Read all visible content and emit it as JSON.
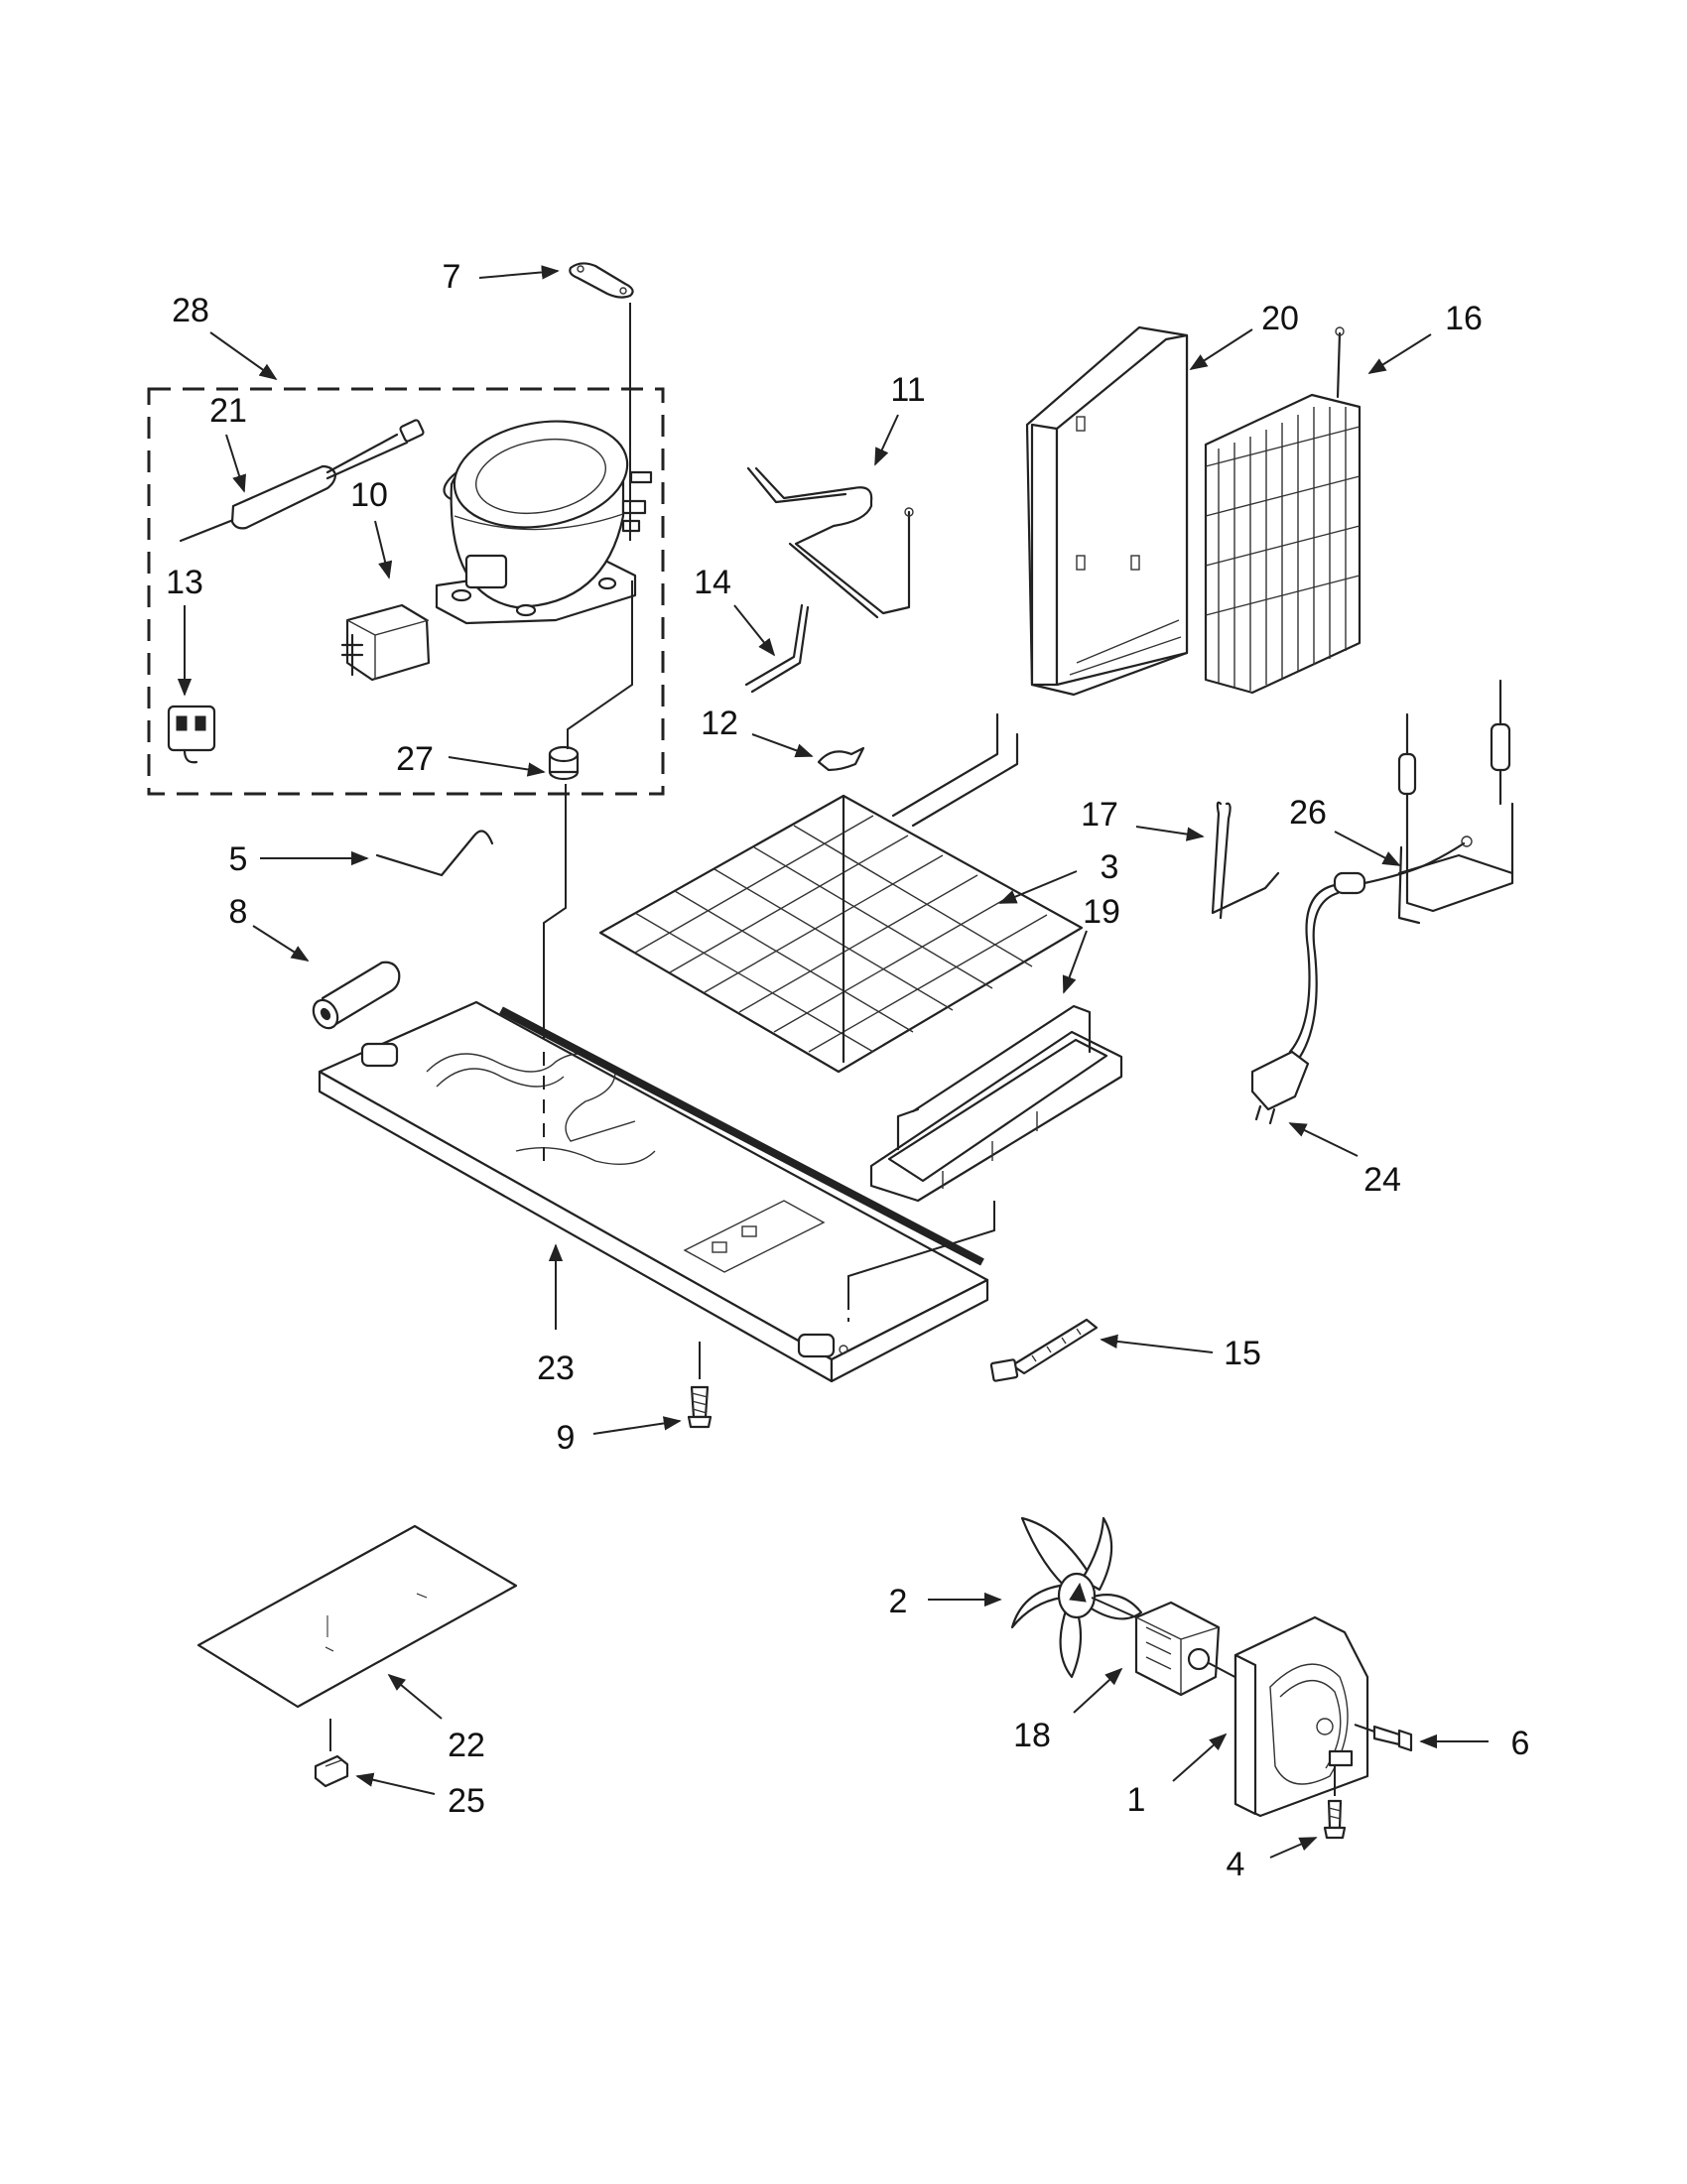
{
  "diagram": {
    "callouts": [
      "1",
      "2",
      "3",
      "4",
      "5",
      "6",
      "7",
      "8",
      "9",
      "10",
      "11",
      "12",
      "13",
      "14",
      "15",
      "16",
      "17",
      "18",
      "19",
      "20",
      "21",
      "22",
      "23",
      "24",
      "25",
      "26",
      "27",
      "28"
    ]
  },
  "colors": {
    "ink": "#222222",
    "background": "#ffffff"
  }
}
